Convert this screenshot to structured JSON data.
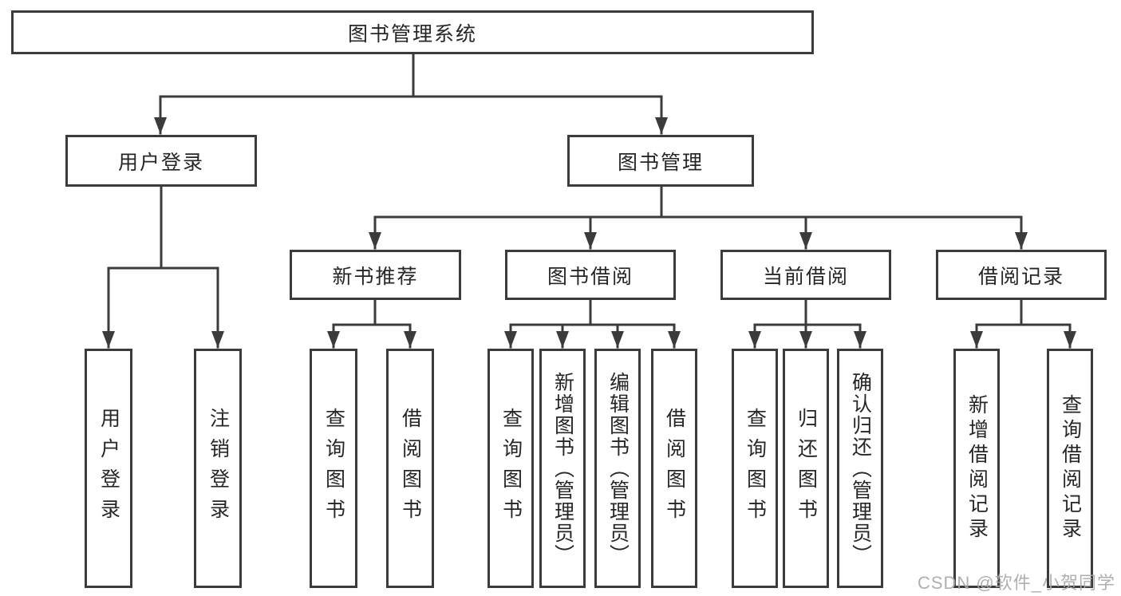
{
  "diagram": {
    "root": {
      "label": "图书管理系统"
    },
    "branches": {
      "user_login": {
        "label": "用户登录",
        "children": [
          {
            "label": "用户登录"
          },
          {
            "label": "注销登录"
          }
        ]
      },
      "book_management": {
        "label": "图书管理",
        "children": [
          {
            "label": "新书推荐",
            "children": [
              {
                "label": "查询图书"
              },
              {
                "label": "借阅图书"
              }
            ]
          },
          {
            "label": "图书借阅",
            "children": [
              {
                "label": "查询图书"
              },
              {
                "label": "新增图书（管理员）"
              },
              {
                "label": "编辑图书（管理员）"
              },
              {
                "label": "借阅图书"
              }
            ]
          },
          {
            "label": "当前借阅",
            "children": [
              {
                "label": "查询图书"
              },
              {
                "label": "归还图书"
              },
              {
                "label": "确认归还（管理员）"
              }
            ]
          },
          {
            "label": "借阅记录",
            "children": [
              {
                "label": "新增借阅记录"
              },
              {
                "label": "查询借阅记录"
              }
            ]
          }
        ]
      }
    }
  },
  "watermark": {
    "text": "CSDN @软件_小贺同学"
  },
  "colors": {
    "border": "#3b3b3d",
    "line": "#3b3b3d",
    "text": "#262626",
    "watermark": "#a9a9a9",
    "background": "#ffffff"
  }
}
